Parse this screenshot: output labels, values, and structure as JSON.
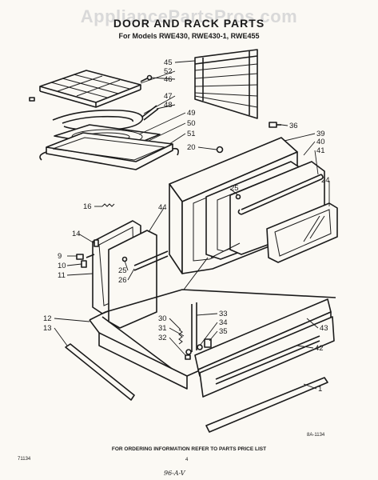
{
  "watermark": "AppliancePartsPros.com",
  "title": "DOOR AND RACK PARTS",
  "subtitle": "For Models RWE430, RWE430-1, RWE455",
  "footer_note": "FOR ORDERING INFORMATION REFER TO PARTS PRICE LIST",
  "drawing_code_left": "71134",
  "drawing_code_right": "8A-1134",
  "page_mark": "4",
  "handwritten_note": "96-A-V",
  "callouts": [
    {
      "id": "45"
    },
    {
      "id": "52"
    },
    {
      "id": "46"
    },
    {
      "id": "47"
    },
    {
      "id": "48"
    },
    {
      "id": "49"
    },
    {
      "id": "50"
    },
    {
      "id": "51"
    },
    {
      "id": "20"
    },
    {
      "id": "36"
    },
    {
      "id": "39"
    },
    {
      "id": "40"
    },
    {
      "id": "41"
    },
    {
      "id": "24"
    },
    {
      "id": "25"
    },
    {
      "id": "16"
    },
    {
      "id": "44"
    },
    {
      "id": "14"
    },
    {
      "id": "9"
    },
    {
      "id": "10"
    },
    {
      "id": "11"
    },
    {
      "id": "25"
    },
    {
      "id": "26"
    },
    {
      "id": "12"
    },
    {
      "id": "13"
    },
    {
      "id": "30"
    },
    {
      "id": "31"
    },
    {
      "id": "32"
    },
    {
      "id": "33"
    },
    {
      "id": "34"
    },
    {
      "id": "35"
    },
    {
      "id": "43"
    },
    {
      "id": "42"
    },
    {
      "id": "1"
    }
  ]
}
